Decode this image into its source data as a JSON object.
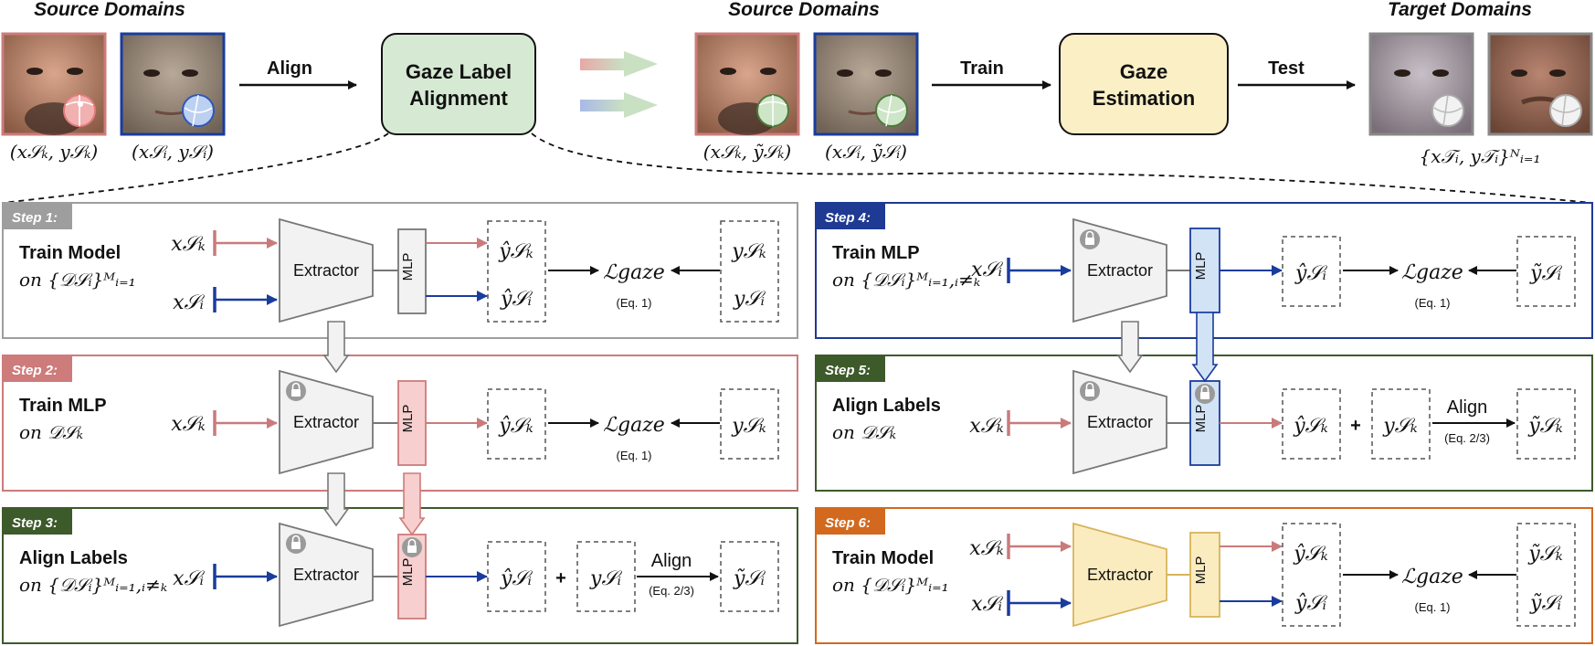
{
  "headers": {
    "source_left": "Source Domains",
    "source_mid": "Source Domains",
    "target": "Target Domains"
  },
  "top": {
    "align_label": "Align",
    "train_label": "Train",
    "test_label": "Test",
    "gaze_label_alignment": [
      "Gaze Label",
      "Alignment"
    ],
    "gaze_estimation": [
      "Gaze",
      "Estimation"
    ],
    "caption_sk": "(x𝒮ₖ, y𝒮ₖ)",
    "caption_si": "(x𝒮ᵢ, y𝒮ᵢ)",
    "caption_sk_aligned": "(x𝒮ₖ, ỹ𝒮ₖ)",
    "caption_si_aligned": "(x𝒮ᵢ, ỹ𝒮ᵢ)",
    "caption_target": "{x𝒯ᵢ, y𝒯ᵢ}ᴺᵢ₌₁"
  },
  "common": {
    "extractor": "Extractor",
    "mlp": "MLP",
    "loss": "ℒgaze",
    "eq1": "(Eq. 1)",
    "eq23": "(Eq. 2/3)",
    "align": "Align",
    "plus": "+"
  },
  "steps": [
    {
      "tag": "Step 1:",
      "line1": "Train Model",
      "line2": "on {𝒟𝒮ᵢ}ᴹᵢ₌₁",
      "color": "#9e9e9e"
    },
    {
      "tag": "Step 2:",
      "line1": "Train MLP",
      "line2": "on   𝒟𝒮ₖ",
      "color": "#cd7b7b"
    },
    {
      "tag": "Step 3:",
      "line1": "Align Labels",
      "line2": "on {𝒟𝒮ᵢ}ᴹᵢ₌₁,ᵢ≠ₖ",
      "color": "#3d5a2a"
    },
    {
      "tag": "Step 4:",
      "line1": "Train MLP",
      "line2": "on {𝒟𝒮ᵢ}ᴹᵢ₌₁,ᵢ≠ₖ",
      "color": "#1f3a93"
    },
    {
      "tag": "Step 5:",
      "line1": "Align Labels",
      "line2": "on   𝒟𝒮ₖ",
      "color": "#3d5a2a"
    },
    {
      "tag": "Step 6:",
      "line1": "Train Model",
      "line2": "on {𝒟𝒮ᵢ}ᴹᵢ₌₁",
      "color": "#d2691e"
    }
  ],
  "symbols": {
    "x_sk": "x𝒮ₖ",
    "x_si": "x𝒮ᵢ",
    "yhat_sk": "ŷ𝒮ₖ",
    "yhat_si": "ŷ𝒮ᵢ",
    "y_sk": "y𝒮ₖ",
    "y_si": "y𝒮ᵢ",
    "ytilde_sk": "ỹ𝒮ₖ",
    "ytilde_si": "ỹ𝒮ᵢ"
  },
  "colors": {
    "red_arrow": "#c97b7b",
    "blue_arrow": "#1a3c9c",
    "green_box": "#d6ead3",
    "yellow_box": "#fbefc6",
    "lock_gray": "#9a9a9a",
    "red_mlp": "#f7cfcf",
    "blue_mlp": "#d3e3f6",
    "yellow_ext": "#fbecc0"
  }
}
